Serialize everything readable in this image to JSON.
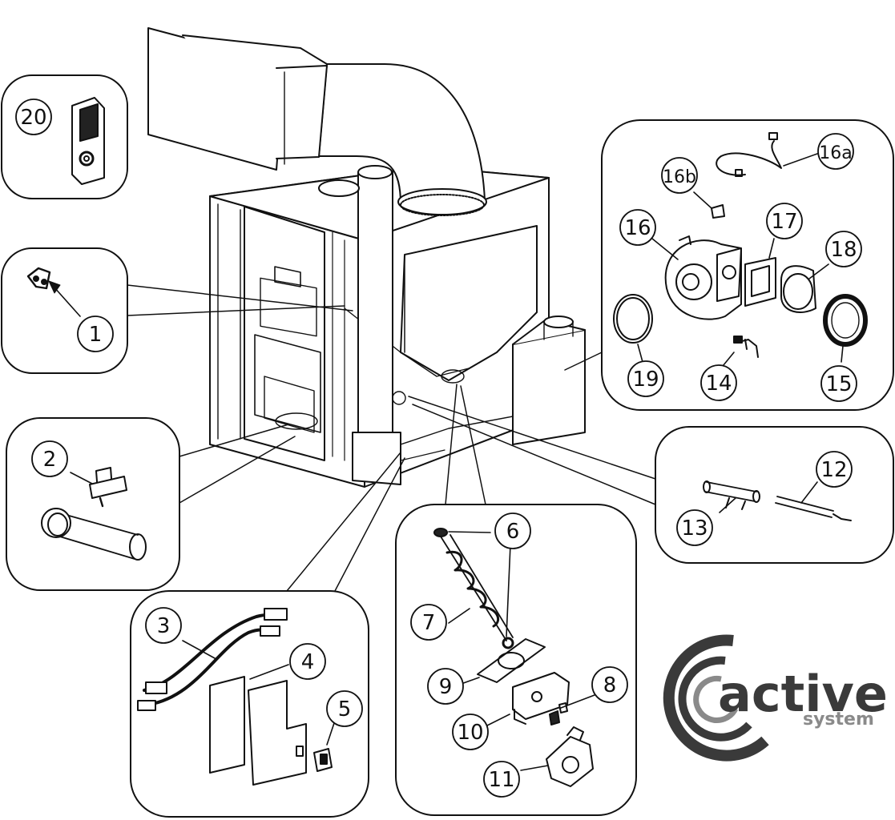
{
  "callouts": {
    "c1": "1",
    "c2": "2",
    "c3": "3",
    "c4": "4",
    "c5": "5",
    "c6": "6",
    "c7": "7",
    "c8": "8",
    "c9": "9",
    "c10": "10",
    "c11": "11",
    "c12": "12",
    "c13": "13",
    "c14": "14",
    "c15": "15",
    "c16": "16",
    "c16a": "16a",
    "c16b": "16b",
    "c17": "17",
    "c18": "18",
    "c19": "19",
    "c20": "20"
  },
  "logo": {
    "main": "active",
    "sub": "system"
  },
  "colors": {
    "line": "#111111",
    "logo_dark": "#3a3a3a",
    "logo_light": "#8a8a8a"
  }
}
